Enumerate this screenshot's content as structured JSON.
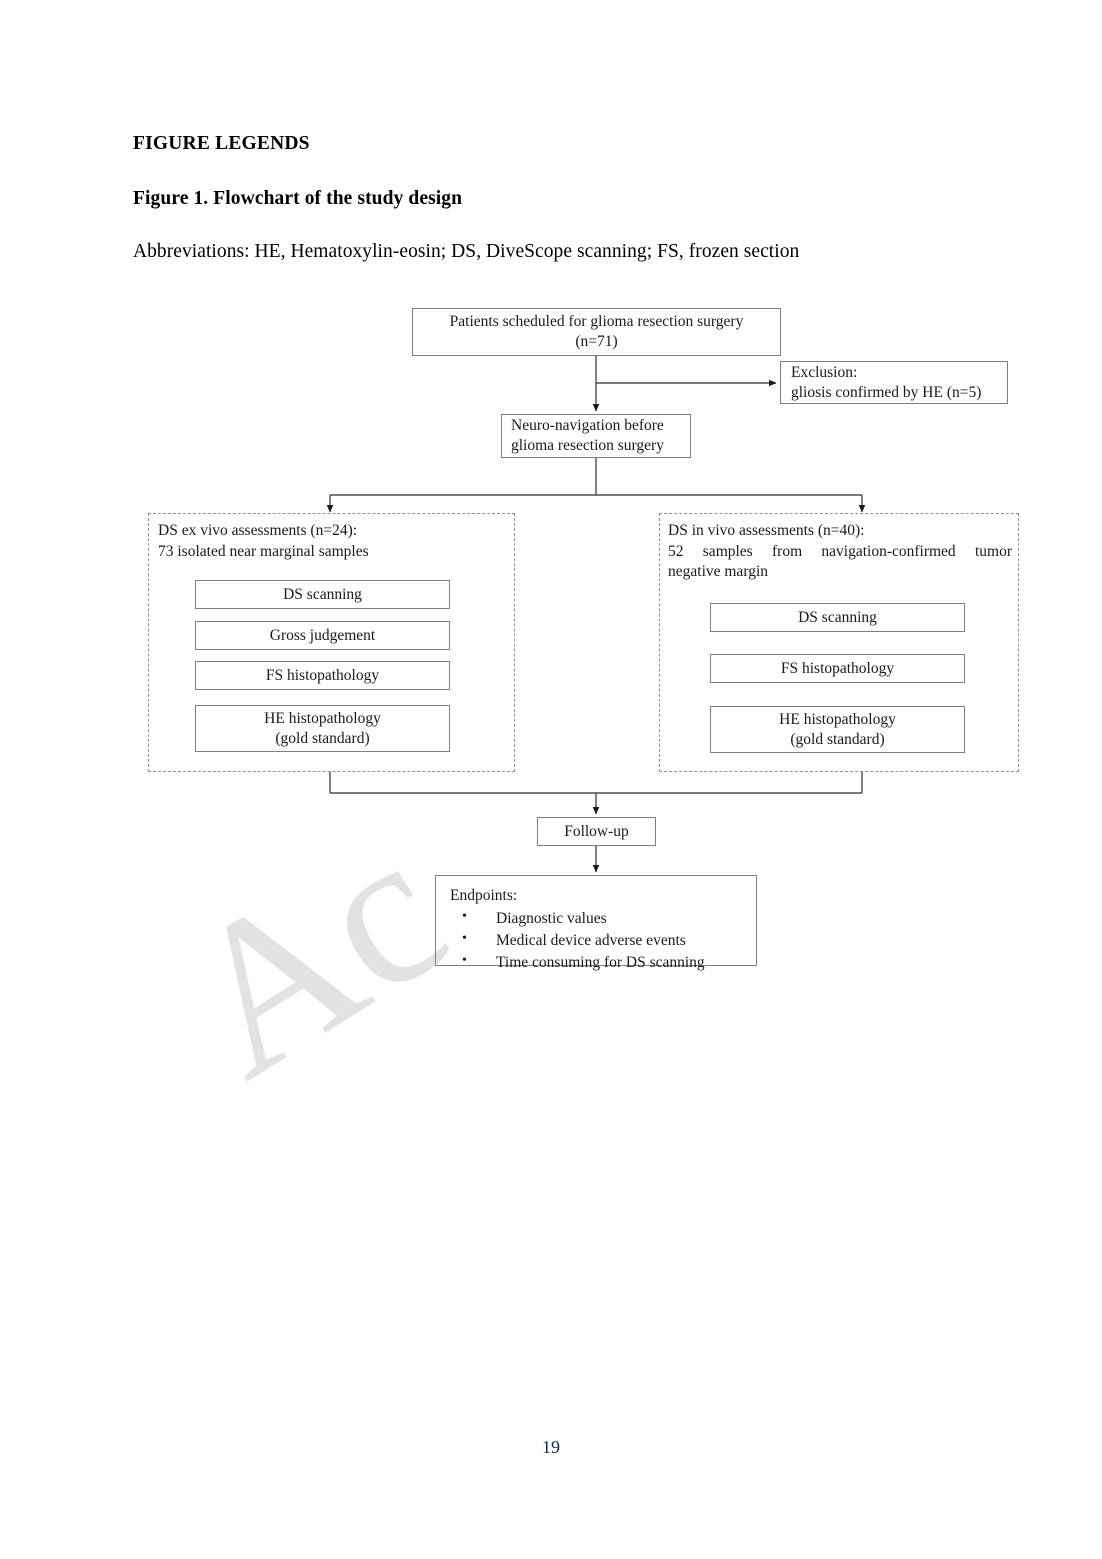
{
  "document": {
    "heading": "FIGURE LEGENDS",
    "figure_title": "Figure 1. Flowchart of the study design",
    "abbreviations": "Abbreviations: HE, Hematoxylin-eosin; DS, DiveScope scanning; FS, frozen section",
    "page_number": "19",
    "watermark_text": "Ac",
    "watermark_color": "#e2e2e2"
  },
  "flowchart": {
    "line_color": "#4d4d4d",
    "box_border_color": "#808080",
    "dashed_border_color": "#909090",
    "enrollment": {
      "line1": "Patients scheduled for glioma resection surgery",
      "line2": "(n=71)"
    },
    "exclusion": {
      "line1": "Exclusion:",
      "line2": "gliosis confirmed by HE (n=5)"
    },
    "navigation": {
      "line1": "Neuro-navigation before",
      "line2": "glioma resection surgery"
    },
    "ex_vivo_group": {
      "head_line1": "DS ex vivo assessments (n=24):",
      "head_line2": "73 isolated near marginal samples",
      "steps": [
        {
          "line1": "DS scanning",
          "line2": ""
        },
        {
          "line1": "Gross judgement",
          "line2": ""
        },
        {
          "line1": "FS histopathology",
          "line2": ""
        },
        {
          "line1": "HE histopathology",
          "line2": "(gold standard)"
        }
      ]
    },
    "in_vivo_group": {
      "head_line1": "DS in vivo assessments (n=40):",
      "head_line2": "52 samples from navigation-confirmed tumor",
      "head_line3": "negative margin",
      "steps": [
        {
          "line1": "DS scanning",
          "line2": ""
        },
        {
          "line1": "FS histopathology",
          "line2": ""
        },
        {
          "line1": "HE histopathology",
          "line2": "(gold standard)"
        }
      ]
    },
    "follow_up": {
      "label": "Follow-up"
    },
    "endpoints": {
      "title": "Endpoints:",
      "bullet_glyph": "•",
      "items": [
        "Diagnostic values",
        "Medical device adverse events",
        "Time consuming for DS scanning"
      ]
    }
  }
}
